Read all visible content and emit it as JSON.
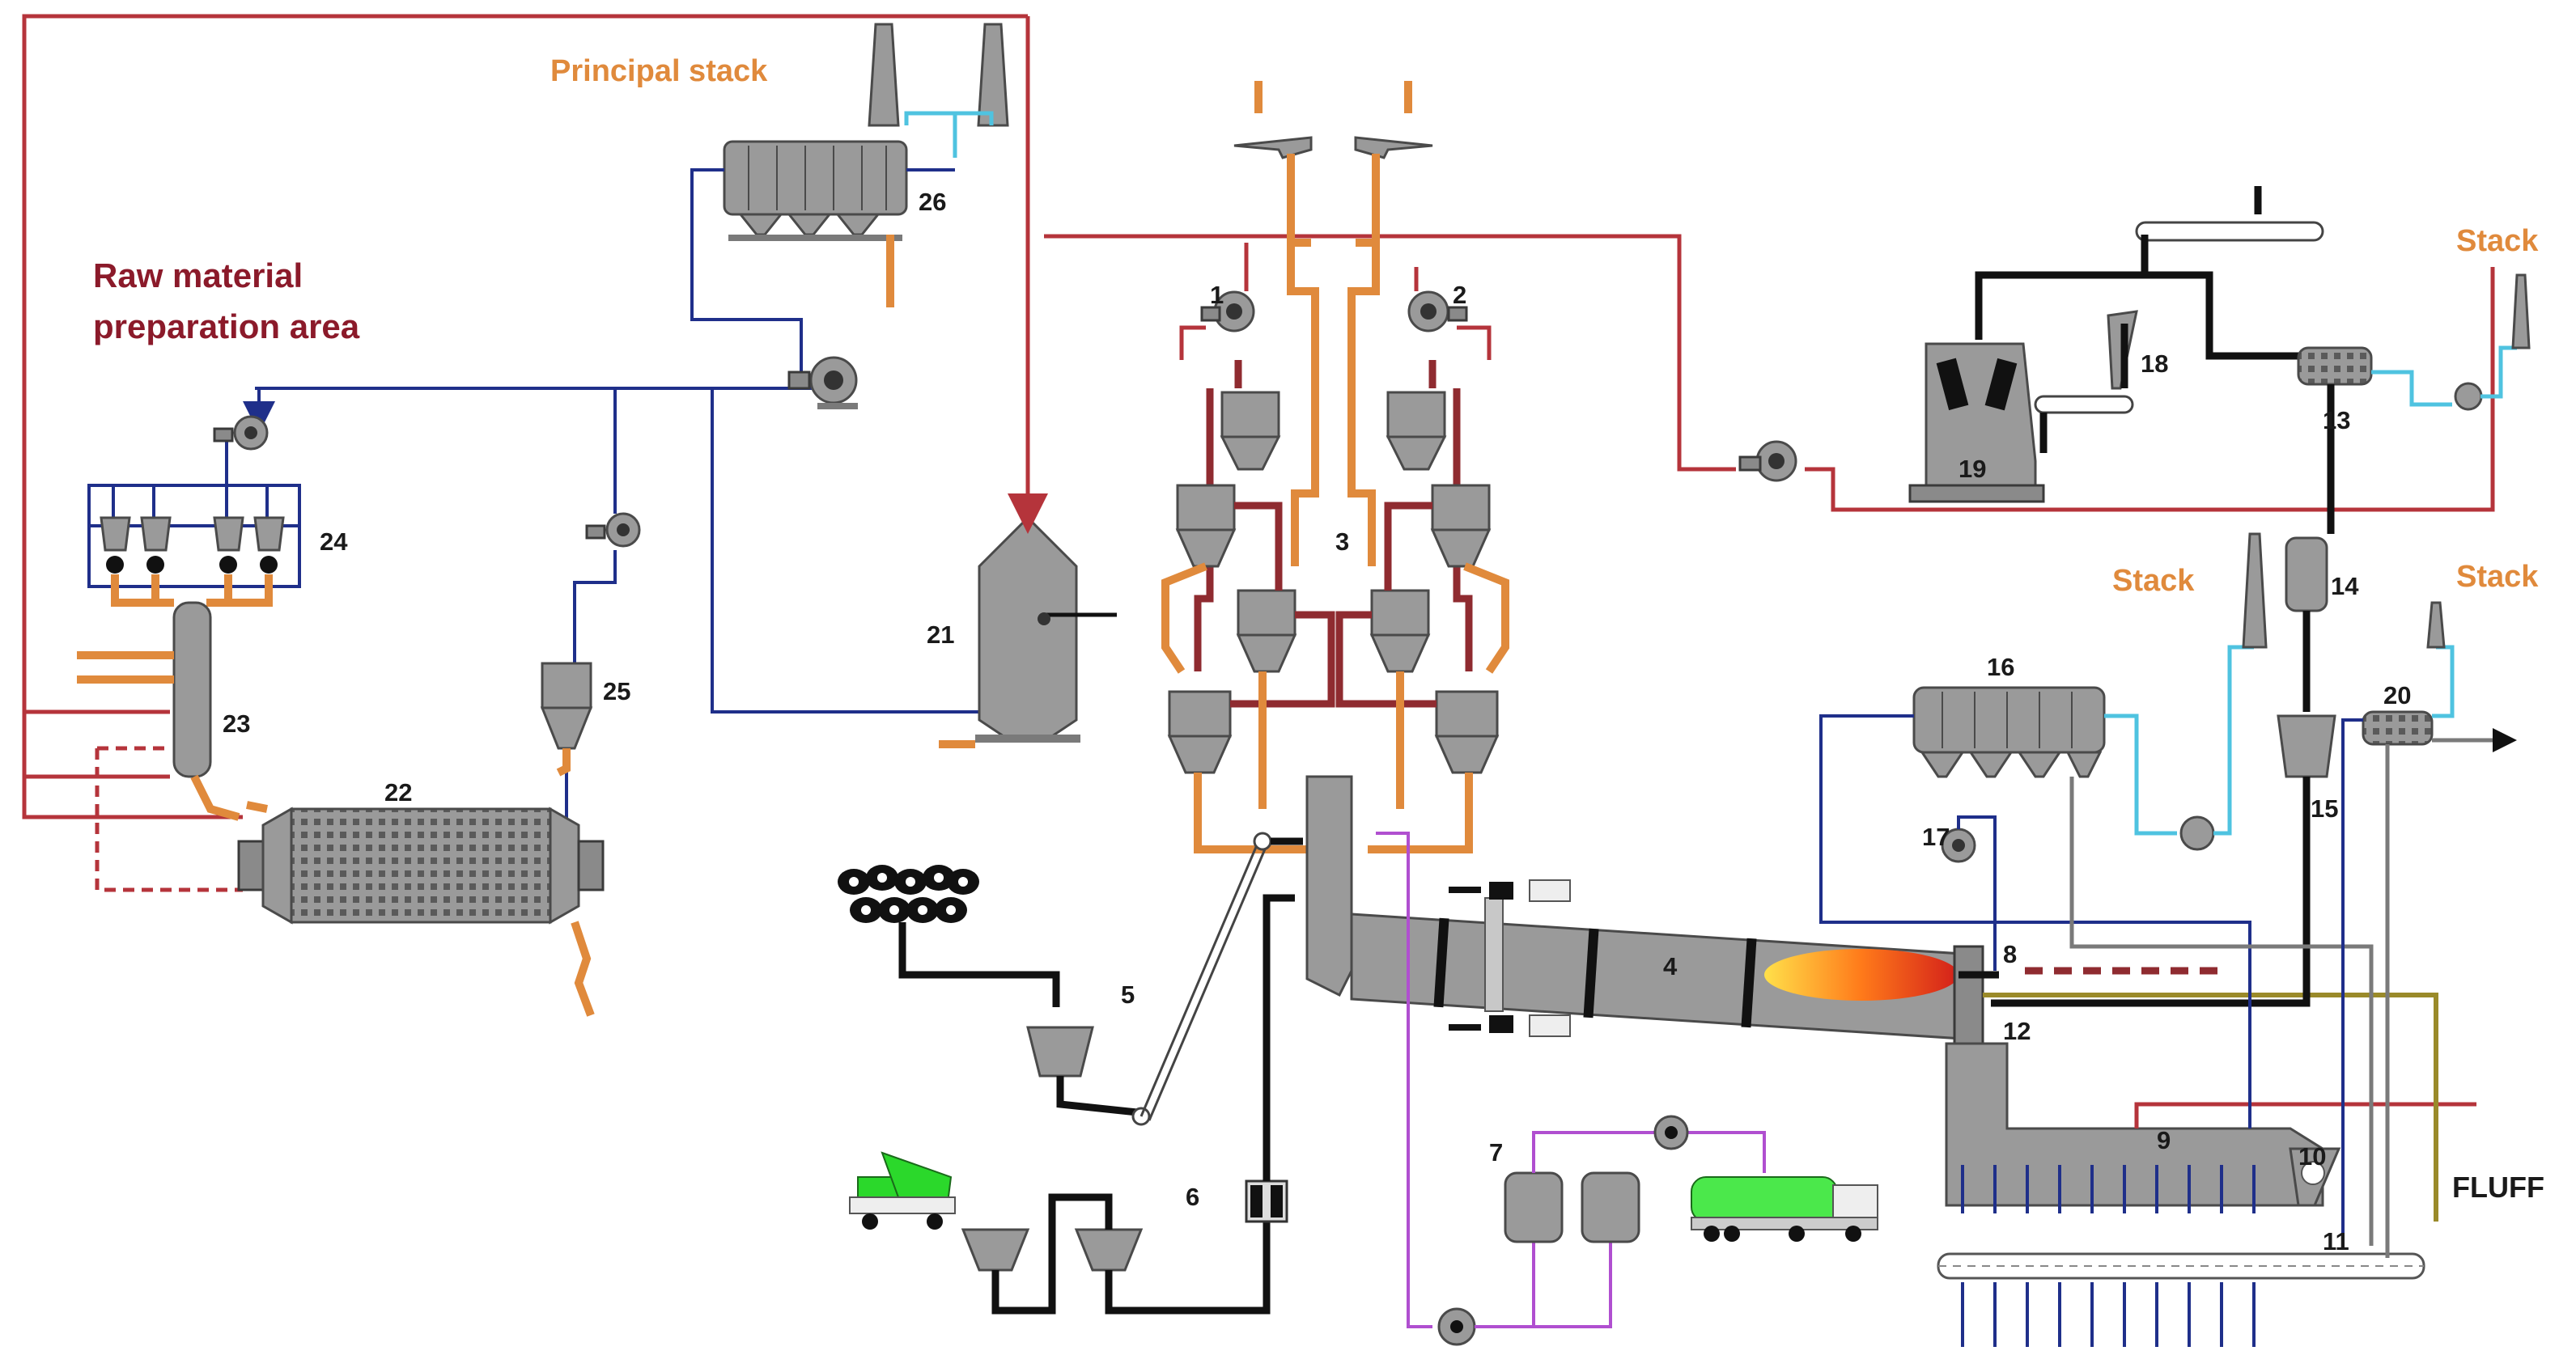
{
  "labels": {
    "principal_stack": "Principal stack",
    "raw_material_line1": "Raw material",
    "raw_material_line2": "preparation area",
    "stack_a": "Stack",
    "stack_b": "Stack",
    "stack_c": "Stack",
    "fluff": "FLUFF"
  },
  "numbers": {
    "n1": "1",
    "n2": "2",
    "n3": "3",
    "n4": "4",
    "n5": "5",
    "n6": "6",
    "n7": "7",
    "n8": "8",
    "n9": "9",
    "n10": "10",
    "n11": "11",
    "n12": "12",
    "n13": "13",
    "n14": "14",
    "n15": "15",
    "n16": "16",
    "n17": "17",
    "n18": "18",
    "n19": "19",
    "n20": "20",
    "n21": "21",
    "n22": "22",
    "n23": "23",
    "n24": "24",
    "n25": "25",
    "n26": "26"
  },
  "colors": {
    "hot_gas": "#b5343b",
    "air": "#1f2f8a",
    "raw_material": "#e08a3c",
    "fuel": "#111111",
    "clean_gas": "#4fc3e0",
    "liquid_fuel": "#b04fd0",
    "flame": "#e53a1f"
  }
}
